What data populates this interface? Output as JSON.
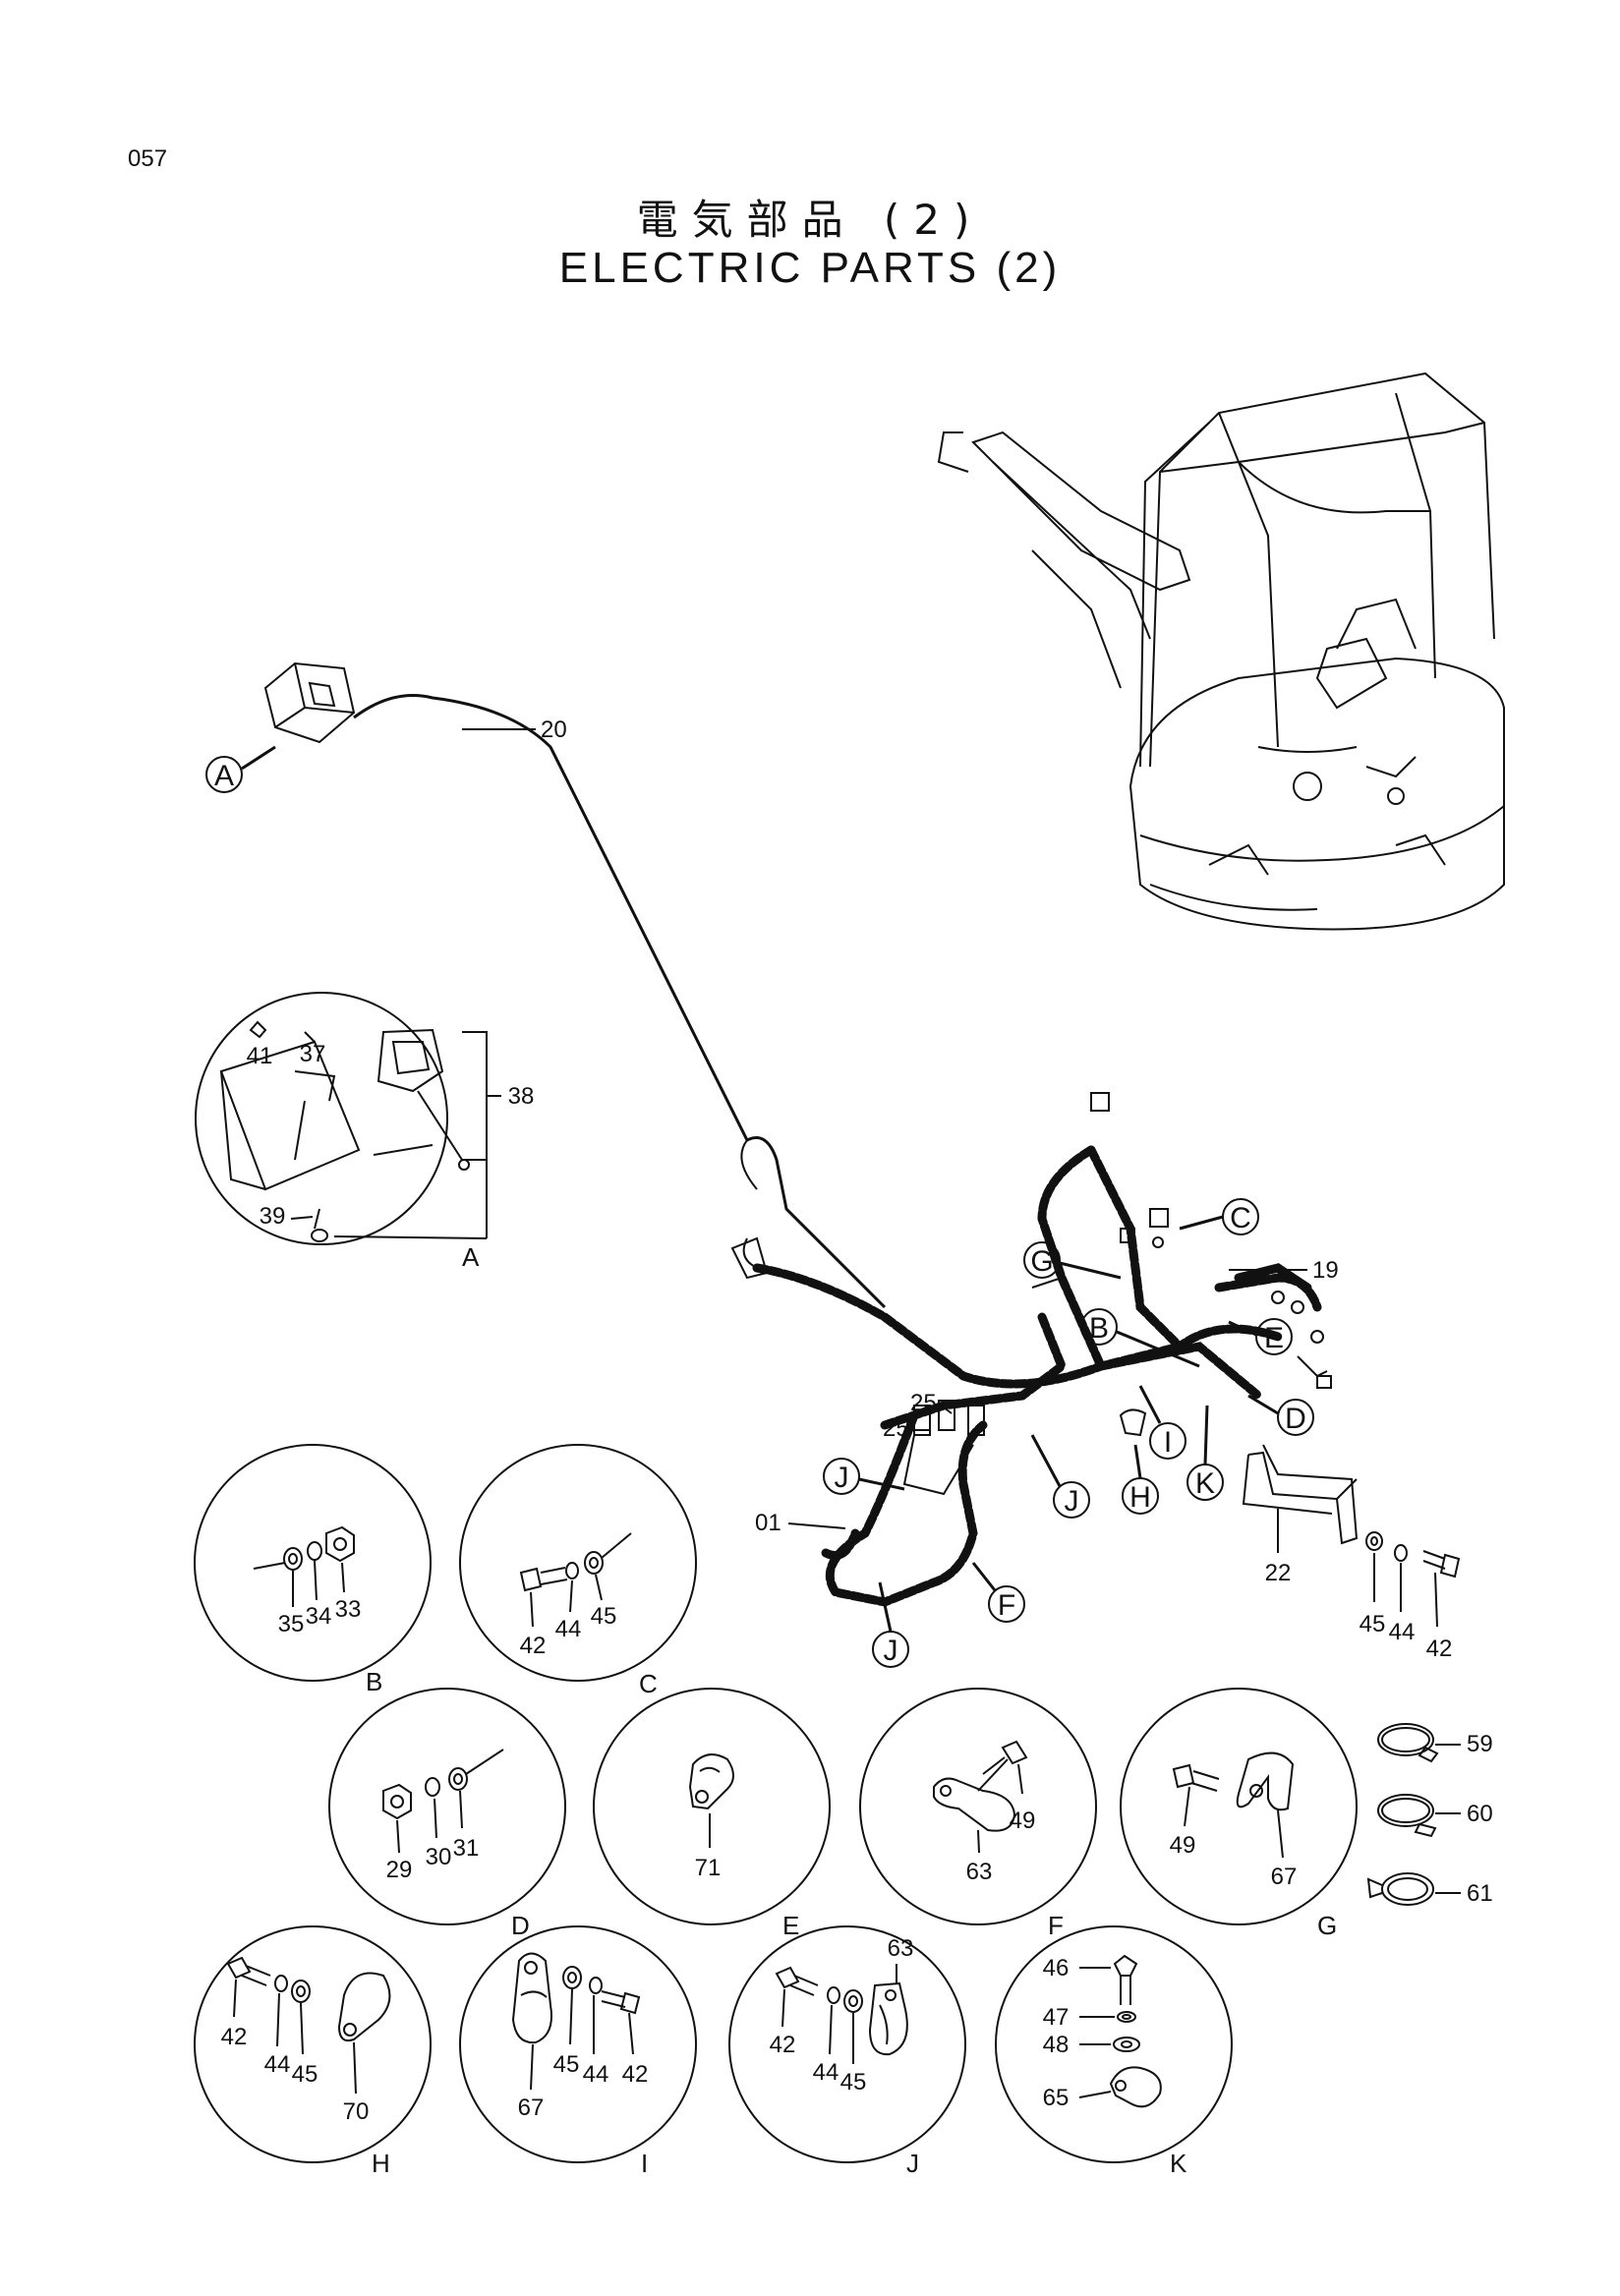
{
  "page_number": "057",
  "title_jp": "電気部品 (2)",
  "title_en": "ELECTRIC PARTS (2)",
  "callouts": [
    "A",
    "B",
    "C",
    "D",
    "E",
    "F",
    "G",
    "H",
    "I",
    "J",
    "K"
  ],
  "part_numbers": [
    "20",
    "19",
    "25",
    "25",
    "01",
    "22",
    "45",
    "44",
    "42"
  ],
  "details": {
    "A": {
      "label": "A",
      "parts": [
        "41",
        "37",
        "38",
        "39"
      ]
    },
    "B": {
      "label": "B",
      "parts": [
        "35",
        "34",
        "33"
      ]
    },
    "C": {
      "label": "C",
      "parts": [
        "42",
        "44",
        "45"
      ]
    },
    "D": {
      "label": "D",
      "parts": [
        "29",
        "30",
        "31"
      ]
    },
    "E": {
      "label": "E",
      "parts": [
        "71"
      ]
    },
    "F": {
      "label": "F",
      "parts": [
        "49",
        "63"
      ]
    },
    "G": {
      "label": "G",
      "parts": [
        "49",
        "67"
      ]
    },
    "H": {
      "label": "H",
      "parts": [
        "42",
        "44",
        "45",
        "70"
      ]
    },
    "I": {
      "label": "I",
      "parts": [
        "67",
        "45",
        "44",
        "42"
      ]
    },
    "J": {
      "label": "J",
      "parts": [
        "42",
        "44",
        "45",
        "63"
      ]
    },
    "K": {
      "label": "K",
      "parts": [
        "46",
        "47",
        "48",
        "65"
      ]
    }
  },
  "clamps": [
    "59",
    "60",
    "61"
  ]
}
